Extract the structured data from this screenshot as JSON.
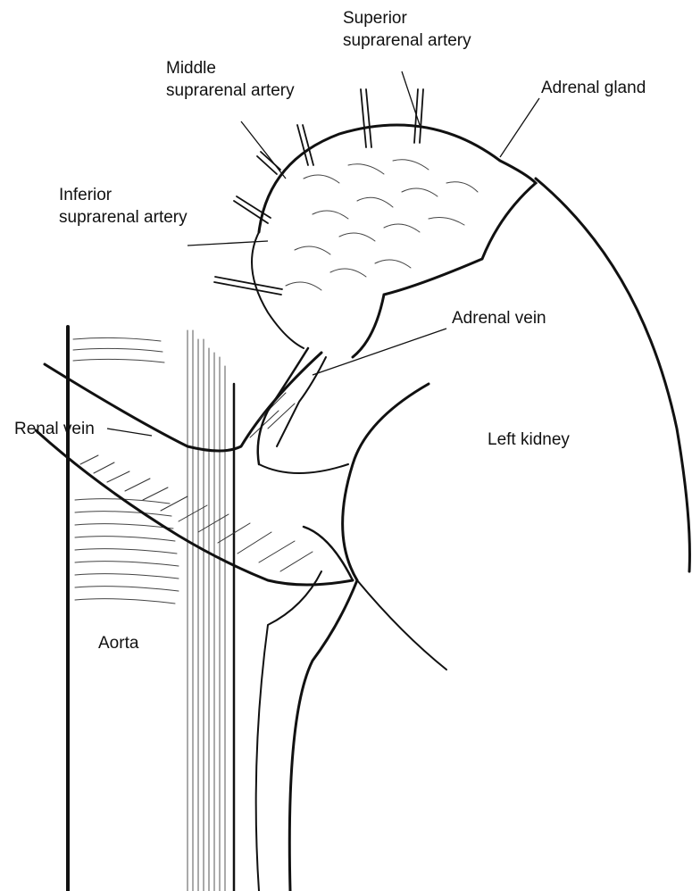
{
  "figure": {
    "background": "#ffffff",
    "ink_color": "#111111",
    "labels": {
      "superior_suprarenal_artery": [
        "Superior",
        "suprarenal artery"
      ],
      "middle_suprarenal_artery": [
        "Middle",
        "suprarenal artery"
      ],
      "adrenal_gland": "Adrenal gland",
      "inferior_suprarenal_artery": [
        "Inferior",
        "suprarenal artery"
      ],
      "adrenal_vein": "Adrenal vein",
      "renal_vein": "Renal vein",
      "left_kidney": "Left kidney",
      "aorta": "Aorta"
    }
  }
}
